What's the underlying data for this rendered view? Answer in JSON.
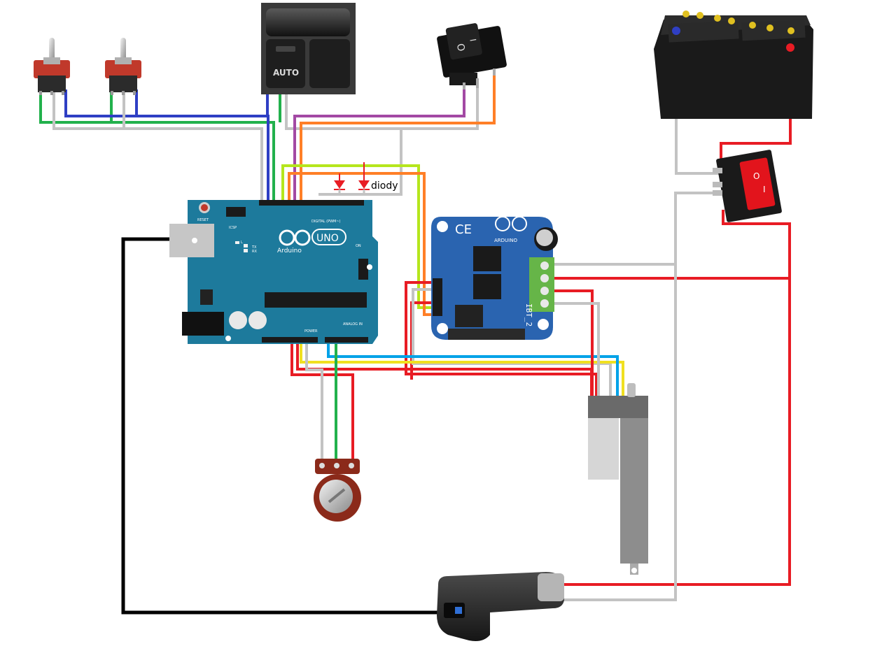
{
  "labels": {
    "diode_note": "diody",
    "window_switch_button": "AUTO",
    "arduino_brand": "Arduino",
    "arduino_model": "UNO",
    "arduino_reset": "RESET",
    "arduino_icsp": "ICSP",
    "arduino_tx": "TX",
    "arduino_rx": "RX",
    "arduino_on": "ON",
    "arduino_l": "L",
    "arduino_digital": "DIGITAL (PWM~)",
    "arduino_power": "POWER",
    "arduino_analog": "ANALOG IN",
    "driver_name": "IBT_2",
    "driver_brand": "ARDUINO",
    "driver_ce": "CE",
    "rocker_small_on": "I",
    "rocker_small_off": "O",
    "rocker_big_on": "I",
    "rocker_big_off": "O"
  },
  "components": [
    {
      "id": "toggle-switch-1",
      "kind": "toggle switch"
    },
    {
      "id": "toggle-switch-2",
      "kind": "toggle switch"
    },
    {
      "id": "window-switch",
      "kind": "window switch"
    },
    {
      "id": "rocker-switch-small",
      "kind": "rocker switch"
    },
    {
      "id": "car-battery",
      "kind": "battery"
    },
    {
      "id": "rocker-switch-big",
      "kind": "rocker switch"
    },
    {
      "id": "arduino-uno",
      "kind": "microcontroller"
    },
    {
      "id": "ibt2-driver",
      "kind": "motor driver"
    },
    {
      "id": "potentiometer",
      "kind": "potentiometer"
    },
    {
      "id": "linear-actuator",
      "kind": "linear actuator"
    },
    {
      "id": "usb-car-charger",
      "kind": "usb car charger"
    }
  ],
  "wire_colors": {
    "blue": "#2f3fc4",
    "green": "#22b14c",
    "gray": "#c3c3c3",
    "purple": "#a349a4",
    "orange": "#ff7f27",
    "lime": "#b5e61d",
    "red": "#e81c24",
    "yellow": "#f0e020",
    "cyan": "#00a2e8",
    "black": "#000000"
  }
}
